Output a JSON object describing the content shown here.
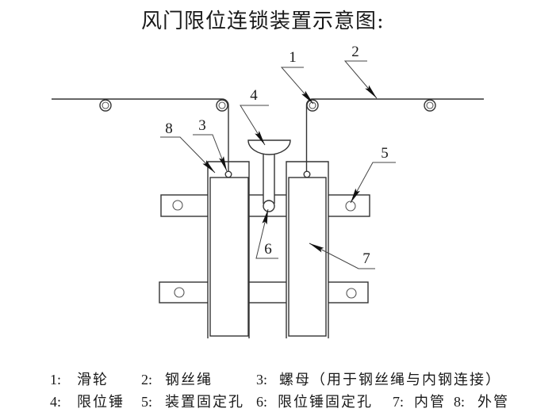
{
  "title": "风门限位连锁装置示意图:",
  "callouts": [
    "1",
    "2",
    "3",
    "4",
    "5",
    "6",
    "7",
    "8"
  ],
  "legend": {
    "row1": [
      {
        "num": "1:",
        "label": "滑轮"
      },
      {
        "num": "2:",
        "label": "钢丝绳"
      },
      {
        "num": "3:",
        "label": "螺母（用于钢丝绳与内钢连接）"
      }
    ],
    "row2": [
      {
        "num": "4:",
        "label": "限位锤"
      },
      {
        "num": "5:",
        "label": "装置固定孔"
      },
      {
        "num": "6:",
        "label": "限位锤固定孔"
      },
      {
        "num": "7:",
        "label": "内管"
      },
      {
        "num": "8:",
        "label": "外管"
      }
    ]
  },
  "colors": {
    "line": "#333333",
    "arrow": "#111111",
    "background": "#ffffff"
  }
}
